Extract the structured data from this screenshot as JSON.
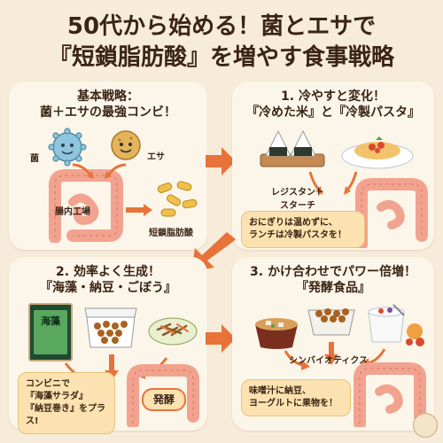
{
  "title": {
    "line1": "50代から始める！菌とエサで",
    "line2": "『短鎖脂肪酸』を増やす食事戦略"
  },
  "panel1": {
    "title_line1": "基本戦略：",
    "title_line2": "菌＋エサの最強コンビ！",
    "label_bacteria": "菌",
    "label_food": "エサ",
    "label_factory": "腸内工場",
    "label_scfa": "短鎖脂肪酸"
  },
  "panel2": {
    "title_line1": "1. 冷やすと変化！",
    "title_line2": "『冷めた米』と『冷製パスタ』",
    "label_starch_1": "レジスタント",
    "label_starch_2": "スターチ",
    "note_line1": "おにぎりは温めずに、",
    "note_line2": "ランチは冷製パスタを！"
  },
  "panel3": {
    "title_line1": "2. 効率よく生成！",
    "title_line2": "『海藻・納豆・ごぼう』",
    "seaweed_pack": "海藻",
    "label_ferment": "発酵",
    "note_line1": "コンビニで",
    "note_line2": "『海藻サラダ』",
    "note_line3": "『納豆巻き』をプラス!"
  },
  "panel4": {
    "title_line1": "3. かけ合わせでパワー倍増！",
    "title_line2": "『発酵食品』",
    "label_synbiotics": "シンバイオティクス",
    "note_line1": "味噌汁に納豆、",
    "note_line2": "ヨーグルトに果物を！"
  },
  "colors": {
    "arrow": "#e8733a",
    "intestine": "#f2a38f",
    "note_bg": "#fbe2b0"
  }
}
